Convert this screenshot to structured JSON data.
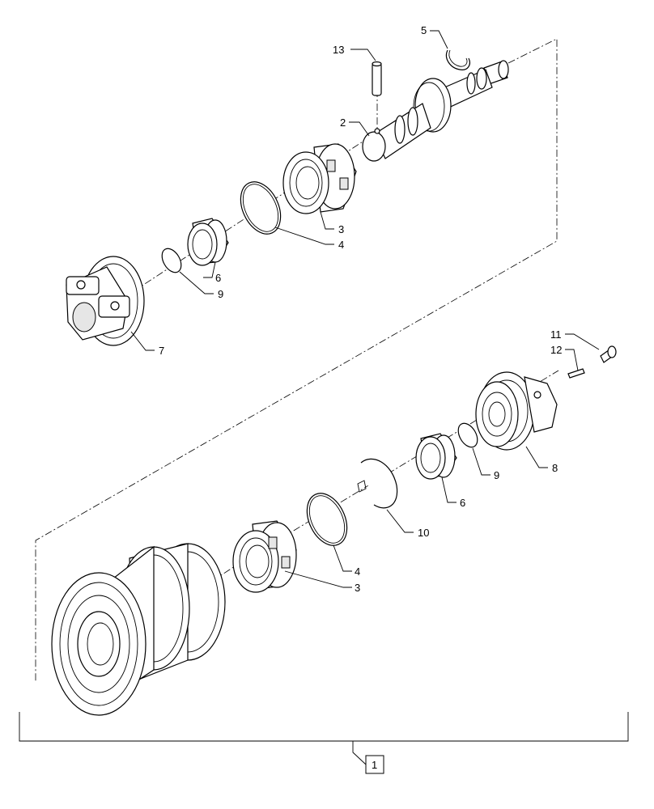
{
  "callouts": {
    "c1": "1",
    "c2": "2",
    "c3a": "3",
    "c3b": "3",
    "c4a": "4",
    "c4b": "4",
    "c5": "5",
    "c6a": "6",
    "c6b": "6",
    "c7": "7",
    "c8": "8",
    "c9a": "9",
    "c9b": "9",
    "c10": "10",
    "c11": "11",
    "c12": "12",
    "c13": "13"
  }
}
